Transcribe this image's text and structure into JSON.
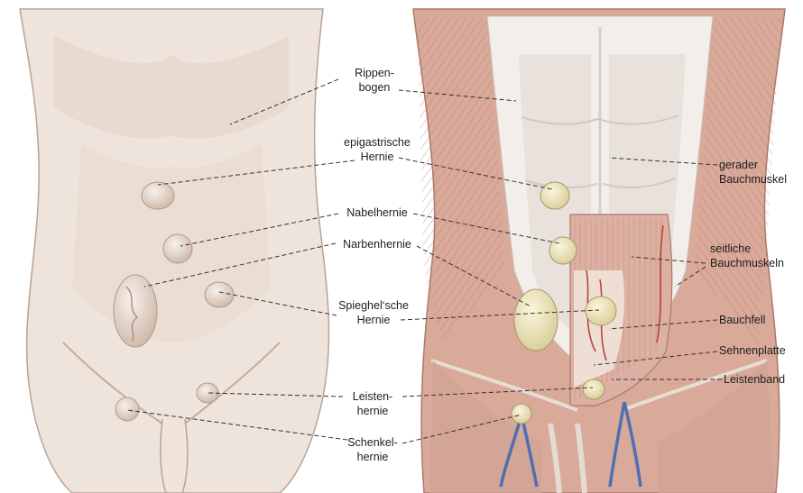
{
  "labels": {
    "rippenbogen": [
      "Rippen-",
      "bogen"
    ],
    "epigastrische_hernie": [
      "epigastrische",
      "Hernie"
    ],
    "nabelhernie": [
      "Nabelhernie"
    ],
    "narbenhernie": [
      "Narbenhernie"
    ],
    "spieghelsche_hernie": [
      "Spieghel‘sche",
      "Hernie"
    ],
    "leistenhernie": [
      "Leisten-",
      "hernie"
    ],
    "schenkelhernie": [
      "Schenkel-",
      "hernie"
    ],
    "gerader_bauchmuskel": [
      "gerader",
      "Bauchmuskel"
    ],
    "seitliche_bauchmuskeln": [
      "seitliche",
      "Bauchmuskeln"
    ],
    "bauchfell": [
      "Bauchfell"
    ],
    "sehnenplatte": [
      "Sehnenplatte"
    ],
    "leistenband": [
      "Leistenband"
    ]
  },
  "colors": {
    "skin": "#efe4dc",
    "skin_shadow": "#d9c6b9",
    "muscle": "#d9a99a",
    "muscle_dark": "#c2887a",
    "fascia": "#f2eeea",
    "hernia_sac": "#ece3b8",
    "hernia_outline": "#a8976a",
    "vein": "#4f6fb3",
    "artery": "#b8443c",
    "leader_line": "#333333"
  }
}
